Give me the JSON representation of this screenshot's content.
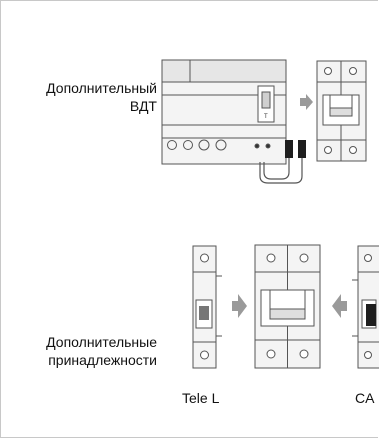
{
  "labels": {
    "rcd_line1": "Дополнительный",
    "rcd_line2": "ВДТ",
    "acc_line1": "Дополнительные",
    "acc_line2": "принадлежности"
  },
  "captions": {
    "tele": "Tele L",
    "ca": "CA"
  },
  "colors": {
    "frame": "#c8c8c8",
    "device_fill": "#f4f4f4",
    "device_shade": "#dedede",
    "stroke": "#555555",
    "arrow": "#9a9a9a",
    "lever_dark": "#222222"
  }
}
